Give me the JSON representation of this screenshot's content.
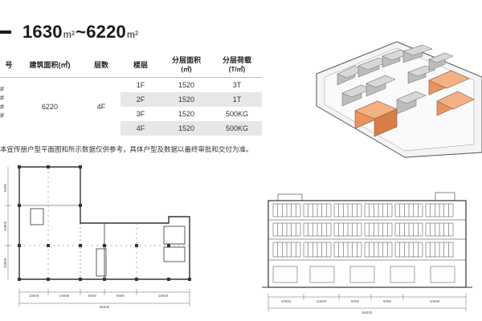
{
  "title": {
    "prefix": "1630",
    "unit1": "m²",
    "sep": "~",
    "value2": "6220",
    "unit2": "m²"
  },
  "table": {
    "headers": [
      {
        "label": "号",
        "unit": ""
      },
      {
        "label": "建筑面积(㎡)",
        "unit": ""
      },
      {
        "label": "层数",
        "unit": ""
      },
      {
        "label": "楼层",
        "unit": ""
      },
      {
        "label": "分层面积",
        "unit": "(㎡)"
      },
      {
        "label": "分层荷载",
        "unit": "(T/㎡)"
      }
    ],
    "building_area": "6220",
    "floors_count": "4F",
    "rows": [
      {
        "floor": "1F",
        "area": "1520",
        "load": "3T"
      },
      {
        "floor": "2F",
        "area": "1520",
        "load": "1T"
      },
      {
        "floor": "3F",
        "area": "1520",
        "load": "500KG"
      },
      {
        "floor": "4F",
        "area": "1520",
        "load": "500KG"
      }
    ],
    "ids": [
      "#",
      "#",
      "#",
      "#"
    ]
  },
  "note": "本宣传册户型平面图和所示数据仅供参考，具体户型及数据以最终审批和交付为准。",
  "floorplan": {
    "bottom_dims": [
      "10000",
      "10000",
      "9000",
      "9000",
      "10000"
    ],
    "total": "56000",
    "left_dims": [
      "8400",
      "10000",
      "10000"
    ]
  },
  "elevation": {
    "bottom_dims": [
      "10000",
      "10000",
      "9000",
      "9000",
      "10000"
    ],
    "total": "56000"
  }
}
